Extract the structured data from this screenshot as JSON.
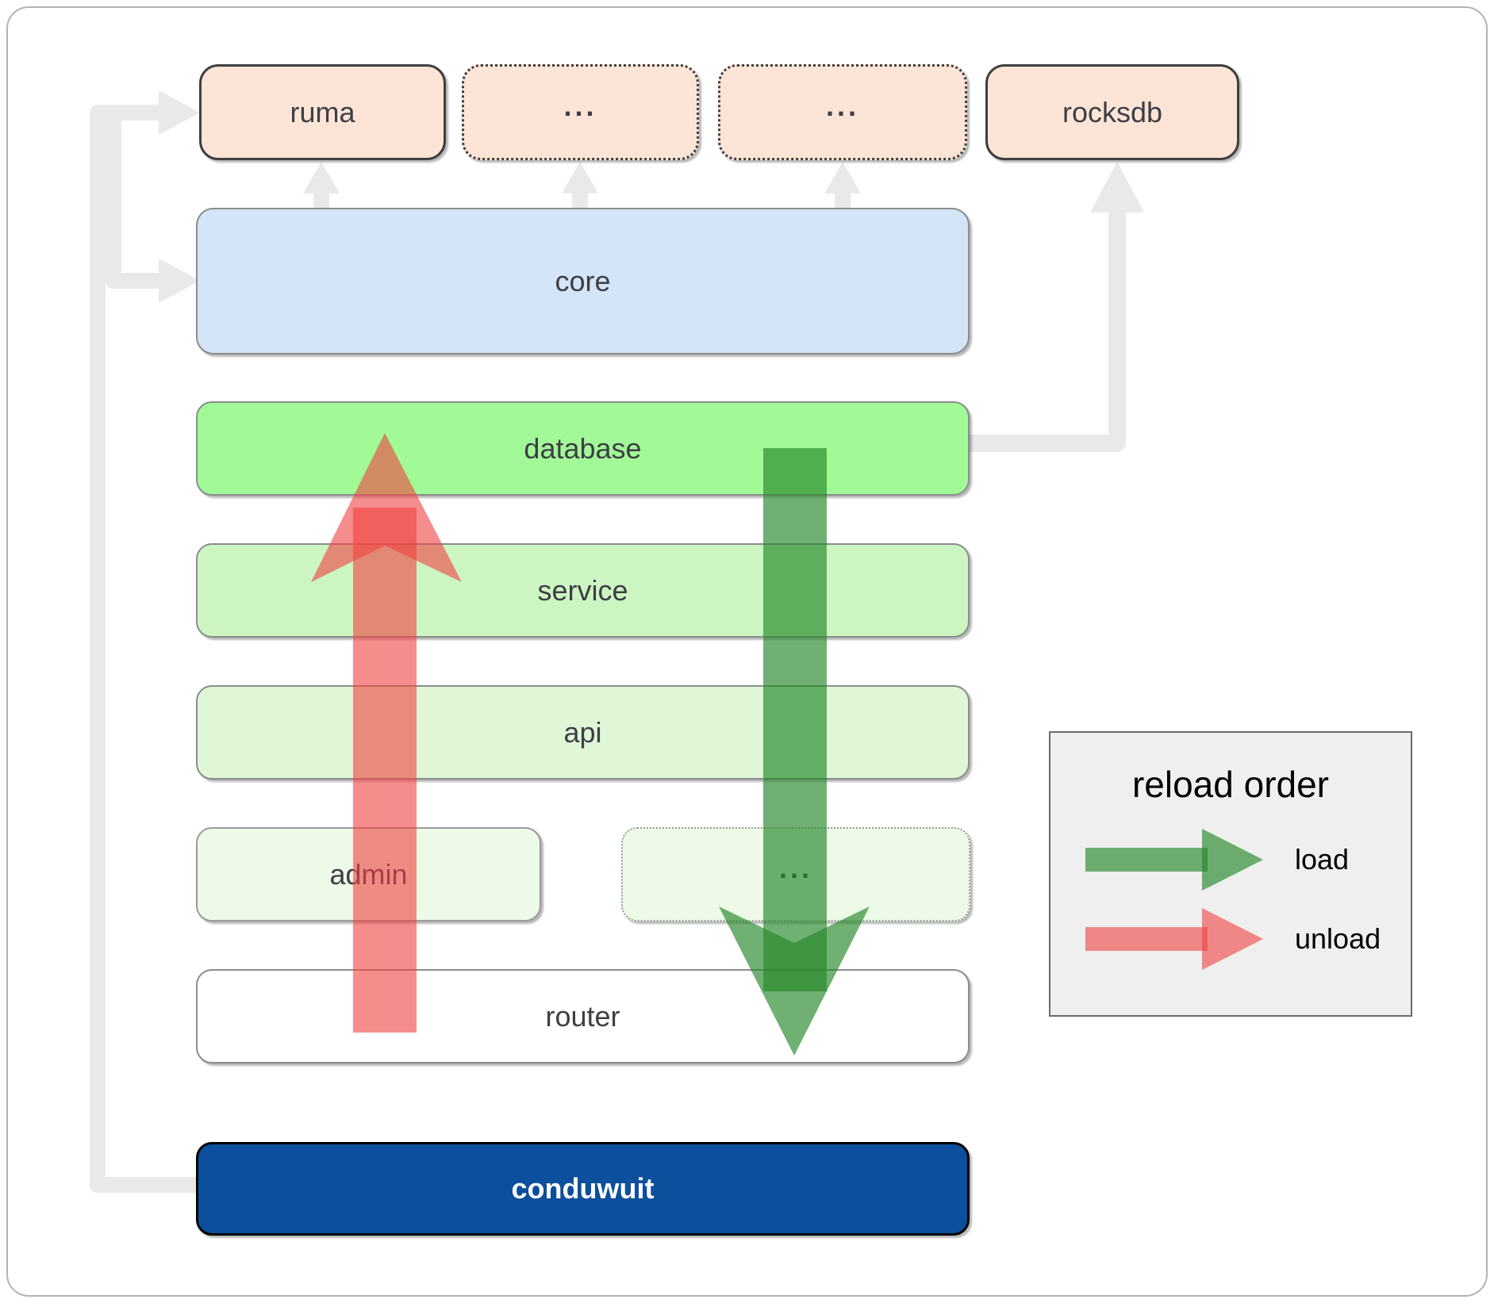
{
  "nodes": {
    "ruma": "ruma",
    "ellipsis_top_1": "...",
    "ellipsis_top_2": "...",
    "rocksdb": "rocksdb",
    "core": "core",
    "database": "database",
    "service": "service",
    "api": "api",
    "admin": "admin",
    "ellipsis_admin": "...",
    "router": "router",
    "conduwuit": "conduwuit"
  },
  "legend": {
    "title": "reload order",
    "load_label": "load",
    "unload_label": "unload"
  },
  "colors": {
    "load_arrow_green": "#238728",
    "unload_arrow_red": "#f04141",
    "connector_gray": "#e9e9e9",
    "module_peach": "#fce5d6",
    "core_blue": "#d3e5f6",
    "database_green": "#a1fa97",
    "service_green": "#cdf5c2",
    "api_green": "#dff7d7",
    "admin_green": "#ecfae7",
    "router_white": "#ffffff",
    "conduwuit_navy": "#0c4f9c"
  }
}
